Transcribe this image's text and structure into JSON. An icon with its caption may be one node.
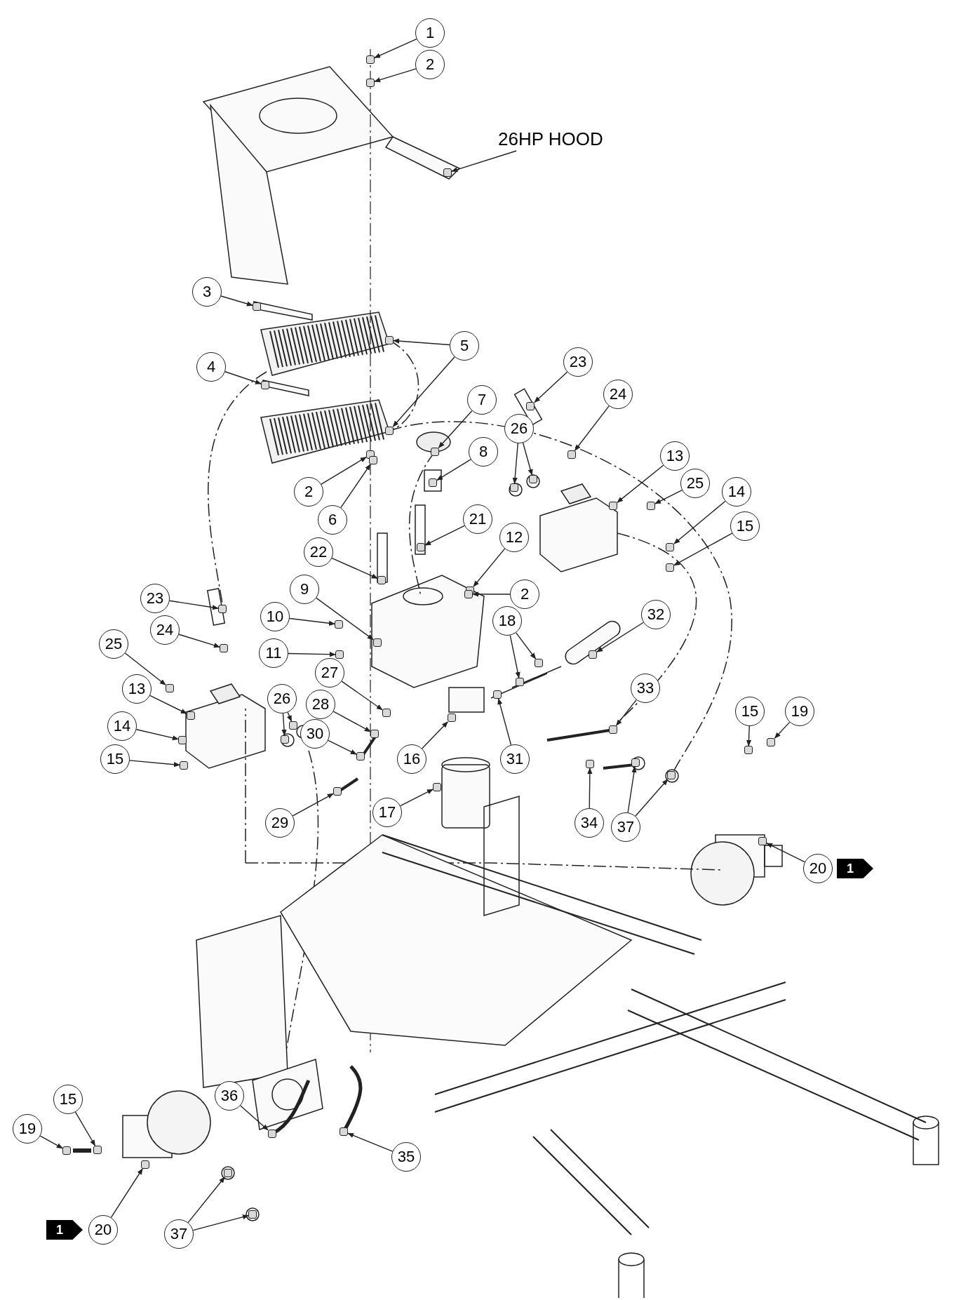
{
  "diagram": {
    "nodes": [
      {
        "text": [
          "1"
        ]
      },
      {
        "text": [
          "2"
        ]
      },
      {
        "text": [
          "26HP HOOD"
        ]
      },
      {
        "text": [
          "3"
        ]
      },
      {
        "text": [
          "5"
        ]
      },
      {
        "text": [
          "4"
        ]
      },
      {
        "text": [
          "23"
        ]
      },
      {
        "text": [
          "24"
        ]
      },
      {
        "text": [
          "7"
        ]
      },
      {
        "text": [
          "26"
        ]
      },
      {
        "text": [
          "8"
        ]
      },
      {
        "text": [
          "13"
        ]
      },
      {
        "text": [
          "25"
        ]
      },
      {
        "text": [
          "14"
        ]
      },
      {
        "text": [
          "2"
        ]
      },
      {
        "text": [
          "6"
        ]
      },
      {
        "text": [
          "21"
        ]
      },
      {
        "text": [
          "15"
        ]
      },
      {
        "text": [
          "12"
        ]
      },
      {
        "text": [
          "22"
        ]
      },
      {
        "text": [
          "2"
        ]
      },
      {
        "text": [
          "9"
        ]
      },
      {
        "text": [
          "23"
        ]
      },
      {
        "text": [
          "32"
        ]
      },
      {
        "text": [
          "10"
        ]
      },
      {
        "text": [
          "18"
        ]
      },
      {
        "text": [
          "24"
        ]
      },
      {
        "text": [
          "25"
        ]
      },
      {
        "text": [
          "11"
        ]
      },
      {
        "text": [
          "27"
        ]
      },
      {
        "text": [
          "33"
        ]
      },
      {
        "text": [
          "13"
        ]
      },
      {
        "text": [
          "26"
        ]
      },
      {
        "text": [
          "28"
        ]
      },
      {
        "text": [
          "15"
        ]
      },
      {
        "text": [
          "19"
        ]
      },
      {
        "text": [
          "14"
        ]
      },
      {
        "text": [
          "30"
        ]
      },
      {
        "text": [
          "16"
        ]
      },
      {
        "text": [
          "31"
        ]
      },
      {
        "text": [
          "15"
        ]
      },
      {
        "text": [
          "29"
        ]
      },
      {
        "text": [
          "34"
        ]
      },
      {
        "text": [
          "37"
        ]
      },
      {
        "text": [
          "17"
        ]
      },
      {
        "text": [
          "20"
        ]
      },
      {
        "text": [
          "1"
        ]
      },
      {
        "text": [
          "36"
        ]
      },
      {
        "text": [
          "15"
        ]
      },
      {
        "text": [
          "19"
        ]
      },
      {
        "text": [
          "35"
        ]
      },
      {
        "text": [
          "20"
        ]
      },
      {
        "text": [
          "1"
        ]
      },
      {
        "text": [
          "37"
        ]
      },
      {
        "text": [],
        "shape": "box"
      },
      {
        "text": [],
        "shape": "box"
      },
      {
        "text": [],
        "shape": "box"
      },
      {
        "text": [],
        "shape": "box"
      },
      {
        "text": [],
        "shape": "box"
      },
      {
        "text": [],
        "shape": "box"
      },
      {
        "text": [],
        "shape": "box"
      },
      {
        "text": [],
        "shape": "box"
      },
      {
        "text": [],
        "shape": "box"
      },
      {
        "text": [],
        "shape": "box"
      },
      {
        "text": [],
        "shape": "box"
      },
      {
        "text": [],
        "shape": "box"
      },
      {
        "text": [],
        "shape": "box"
      },
      {
        "text": [],
        "shape": "box"
      },
      {
        "text": [],
        "shape": "box"
      },
      {
        "text": [],
        "shape": "box"
      },
      {
        "text": [],
        "shape": "box"
      },
      {
        "text": [],
        "shape": "box"
      },
      {
        "text": [],
        "shape": "box"
      },
      {
        "text": [],
        "shape": "box"
      },
      {
        "text": [],
        "shape": "box"
      },
      {
        "text": [],
        "shape": "box"
      },
      {
        "text": [],
        "shape": "box"
      },
      {
        "text": [],
        "shape": "box"
      },
      {
        "text": [],
        "shape": "box"
      },
      {
        "text": [],
        "shape": "box"
      },
      {
        "text": [],
        "shape": "box"
      },
      {
        "text": [],
        "shape": "box"
      },
      {
        "text": [],
        "shape": "box"
      },
      {
        "text": [],
        "shape": "box"
      },
      {
        "text": [],
        "shape": "box"
      },
      {
        "text": [],
        "shape": "box"
      },
      {
        "text": [],
        "shape": "box"
      },
      {
        "text": [],
        "shape": "box"
      },
      {
        "text": [],
        "shape": "box"
      },
      {
        "text": [],
        "shape": "box"
      },
      {
        "text": [],
        "shape": "box"
      },
      {
        "text": [],
        "shape": "box"
      },
      {
        "text": [],
        "shape": "box"
      },
      {
        "text": [],
        "shape": "box"
      },
      {
        "text": [],
        "shape": "box"
      },
      {
        "text": [],
        "shape": "box"
      },
      {
        "text": [],
        "shape": "box"
      },
      {
        "text": [],
        "shape": "box"
      },
      {
        "text": [],
        "shape": "box"
      },
      {
        "text": [],
        "shape": "box"
      },
      {
        "text": [],
        "shape": "box"
      },
      {
        "text": [],
        "shape": "box"
      },
      {
        "text": [],
        "shape": "box"
      },
      {
        "text": [],
        "shape": "box"
      },
      {
        "text": [],
        "shape": "box"
      },
      {
        "text": [],
        "shape": "box"
      },
      {
        "text": [],
        "shape": "box"
      },
      {
        "text": [],
        "shape": "box"
      },
      {
        "text": [],
        "shape": "box"
      },
      {
        "text": [],
        "shape": "box"
      },
      {
        "text": [],
        "shape": "box"
      },
      {
        "text": [],
        "shape": "box"
      }
    ],
    "edges": [
      {
        "from": 0,
        "to": 54,
        "arrow": "to"
      },
      {
        "from": 1,
        "to": 55,
        "arrow": "to"
      },
      {
        "from": 2,
        "to": 56,
        "arrow": "to"
      },
      {
        "from": 3,
        "to": 57,
        "arrow": "to"
      },
      {
        "from": 4,
        "to": 58,
        "arrow": "to"
      },
      {
        "from": 4,
        "to": 59,
        "arrow": "to"
      },
      {
        "from": 5,
        "to": 60,
        "arrow": "to"
      },
      {
        "from": 6,
        "to": 61,
        "arrow": "to"
      },
      {
        "from": 7,
        "to": 62,
        "arrow": "to"
      },
      {
        "from": 8,
        "to": 63,
        "arrow": "to"
      },
      {
        "from": 9,
        "to": 64,
        "arrow": "to"
      },
      {
        "from": 9,
        "to": 65,
        "arrow": "to"
      },
      {
        "from": 10,
        "to": 66,
        "arrow": "to"
      },
      {
        "from": 11,
        "to": 67,
        "arrow": "to"
      },
      {
        "from": 12,
        "to": 68,
        "arrow": "to"
      },
      {
        "from": 13,
        "to": 69,
        "arrow": "to"
      },
      {
        "from": 14,
        "to": 70,
        "arrow": "to"
      },
      {
        "from": 15,
        "to": 71,
        "arrow": "to"
      },
      {
        "from": 16,
        "to": 72,
        "arrow": "to"
      },
      {
        "from": 17,
        "to": 73,
        "arrow": "to"
      },
      {
        "from": 18,
        "to": 74,
        "arrow": "to"
      },
      {
        "from": 19,
        "to": 75,
        "arrow": "to"
      },
      {
        "from": 20,
        "to": 76,
        "arrow": "to"
      },
      {
        "from": 21,
        "to": 77,
        "arrow": "to"
      },
      {
        "from": 22,
        "to": 78,
        "arrow": "to"
      },
      {
        "from": 23,
        "to": 79,
        "arrow": "to"
      },
      {
        "from": 24,
        "to": 80,
        "arrow": "to"
      },
      {
        "from": 25,
        "to": 81,
        "arrow": "to"
      },
      {
        "from": 25,
        "to": 82,
        "arrow": "to"
      },
      {
        "from": 26,
        "to": 83,
        "arrow": "to"
      },
      {
        "from": 27,
        "to": 84,
        "arrow": "to"
      },
      {
        "from": 28,
        "to": 85,
        "arrow": "to"
      },
      {
        "from": 29,
        "to": 86,
        "arrow": "to"
      },
      {
        "from": 30,
        "to": 87,
        "arrow": "to"
      },
      {
        "from": 31,
        "to": 88,
        "arrow": "to"
      },
      {
        "from": 32,
        "to": 89,
        "arrow": "to"
      },
      {
        "from": 32,
        "to": 90,
        "arrow": "to"
      },
      {
        "from": 33,
        "to": 91,
        "arrow": "to"
      },
      {
        "from": 34,
        "to": 92,
        "arrow": "to"
      },
      {
        "from": 35,
        "to": 93,
        "arrow": "to"
      },
      {
        "from": 36,
        "to": 94,
        "arrow": "to"
      },
      {
        "from": 37,
        "to": 95,
        "arrow": "to"
      },
      {
        "from": 38,
        "to": 96,
        "arrow": "to"
      },
      {
        "from": 39,
        "to": 97,
        "arrow": "to"
      },
      {
        "from": 40,
        "to": 98,
        "arrow": "to"
      },
      {
        "from": 41,
        "to": 99,
        "arrow": "to"
      },
      {
        "from": 42,
        "to": 100,
        "arrow": "to"
      },
      {
        "from": 43,
        "to": 101,
        "arrow": "to"
      },
      {
        "from": 43,
        "to": 102,
        "arrow": "to"
      },
      {
        "from": 44,
        "to": 103,
        "arrow": "to"
      },
      {
        "from": 45,
        "to": 104,
        "arrow": "to"
      },
      {
        "from": 47,
        "to": 105,
        "arrow": "to"
      },
      {
        "from": 48,
        "to": 106,
        "arrow": "to"
      },
      {
        "from": 49,
        "to": 107,
        "arrow": "to"
      },
      {
        "from": 50,
        "to": 108,
        "arrow": "to"
      },
      {
        "from": 51,
        "to": 109,
        "arrow": "to"
      },
      {
        "from": 53,
        "to": 110,
        "arrow": "to"
      },
      {
        "from": 53,
        "to": 111,
        "arrow": "to"
      }
    ]
  }
}
